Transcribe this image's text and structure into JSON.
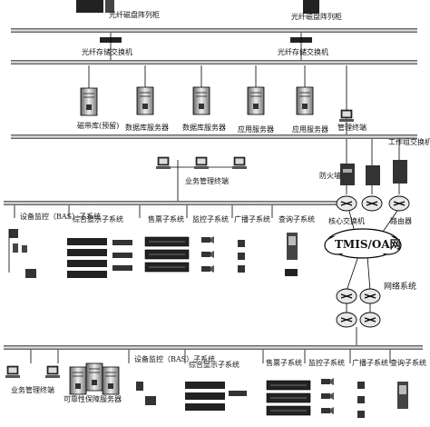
{
  "labels": {
    "fiber_array_left": "光纤磁盘阵列柜",
    "fiber_array_right": "光纤磁盘阵列柜",
    "fiber_switch_left": "光纤存储交换机",
    "fiber_switch_right": "光纤存储交换机",
    "tape_library": "磁带库(预留)",
    "db_server_1": "数据库服务器",
    "db_server_2": "数据库服务器",
    "app_server_1": "应用服务器",
    "app_server_2": "应用服务器",
    "admin_terminal": "管理终端",
    "workgroup_switch": "工作组交换机",
    "firewall": "防火墙",
    "core_switch": "核心交换机",
    "router": "路由器",
    "tmis_cloud": "TMIS/OA网",
    "network_system": "网络系统",
    "business_terminal_top": "业务管理终端",
    "business_terminal_bottom": "业务管理终端",
    "reliability_server": "可靠性保障服务器",
    "top_bas": "设备监控（BAS）子系统",
    "top_display": "综合显示子系统",
    "top_ticket": "售票子系统",
    "top_control": "监控子系统",
    "top_broadcast": "广播子系统",
    "top_query": "查询子系统",
    "bot_bas": "设备监控（BAS）子系统",
    "bot_display": "综合显示子系统",
    "bot_ticket": "售票子系统",
    "bot_control": "监控子系统",
    "bot_broadcast": "广播子系统",
    "bot_query": "查询子系统"
  }
}
